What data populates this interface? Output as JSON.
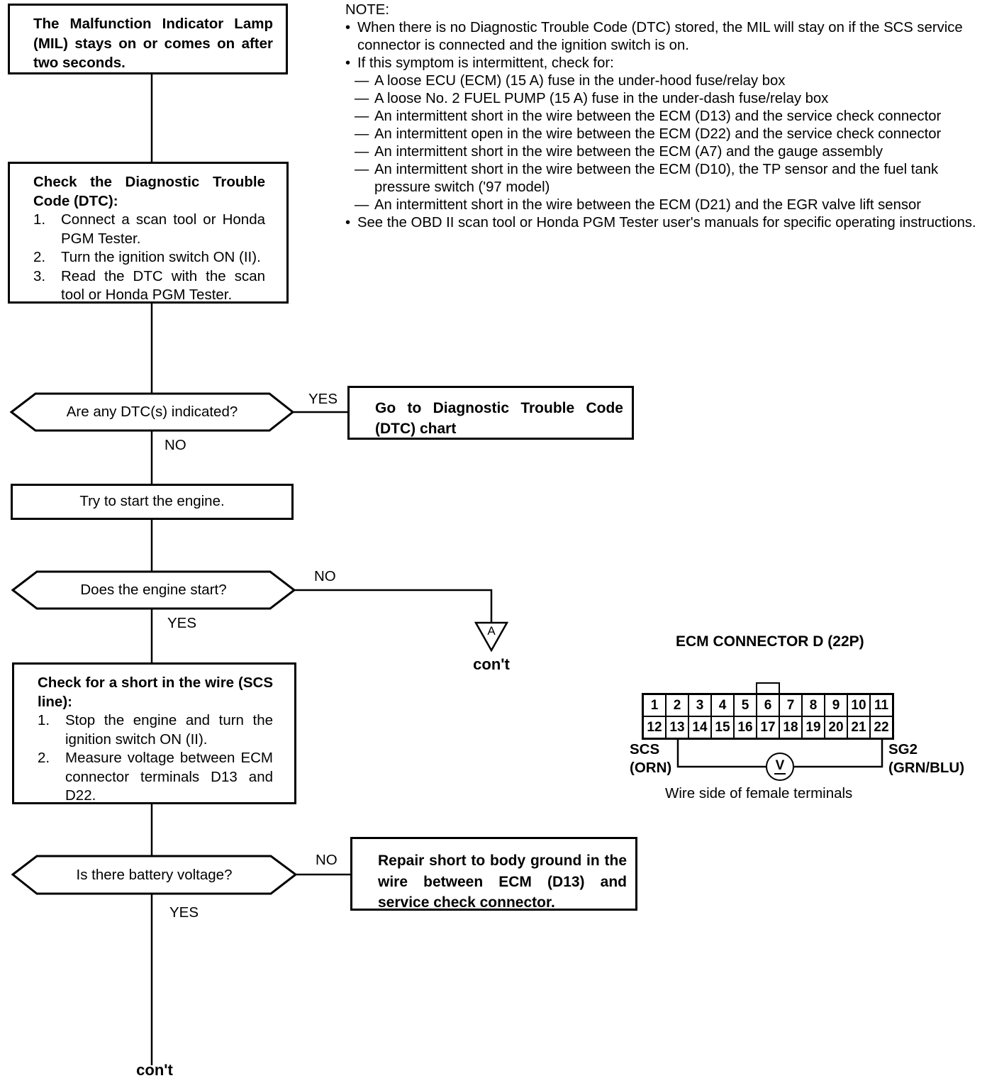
{
  "note": {
    "heading": "NOTE:",
    "items": [
      {
        "marker": "•",
        "text": "When there is no Diagnostic Trouble Code (DTC) stored, the MIL will stay on if the SCS service connector is connected and the ignition switch is on."
      },
      {
        "marker": "•",
        "text": "If this symptom is intermittent, check for:"
      },
      {
        "marker": "—",
        "text": "A loose ECU (ECM) (15 A) fuse in the under-hood fuse/relay box"
      },
      {
        "marker": "—",
        "text": "A loose No. 2 FUEL PUMP (15 A) fuse in the under-dash fuse/relay box"
      },
      {
        "marker": "—",
        "text": "An intermittent short in the wire between the ECM (D13) and the service check connector"
      },
      {
        "marker": "—",
        "text": "An intermittent open in the wire between the ECM (D22) and the service check connector"
      },
      {
        "marker": "—",
        "text": "An intermittent short in the wire between the ECM (A7) and the gauge assembly"
      },
      {
        "marker": "—",
        "text": "An intermittent short in the wire between the ECM (D10), the TP sensor and the fuel tank pressure switch ('97 model)"
      },
      {
        "marker": "—",
        "text": "An intermittent short in the wire between the ECM (D21) and the EGR valve lift sensor"
      },
      {
        "marker": "•",
        "text": "See the OBD II scan tool or Honda PGM Tester user's manuals for specific operating instructions."
      }
    ]
  },
  "flow": {
    "start": "The Malfunction Indicator Lamp (MIL) stays on or comes on after two seconds.",
    "check_dtc": {
      "title": "Check the Diagnostic Trouble Code (DTC):",
      "steps": [
        {
          "num": "1.",
          "text": "Connect a scan tool or Honda PGM Tester."
        },
        {
          "num": "2.",
          "text": "Turn the ignition switch ON (II)."
        },
        {
          "num": "3.",
          "text": "Read the DTC with the scan tool or Honda PGM Tester."
        }
      ]
    },
    "q_dtc": {
      "question": "Are any DTC(s) indicated?",
      "yes": "YES",
      "no": "NO"
    },
    "goto_dtc": "Go to Diagnostic Trouble Code (DTC) chart",
    "try_start": "Try to start the engine.",
    "q_start": {
      "question": "Does the engine start?",
      "yes": "YES",
      "no": "NO"
    },
    "cont_a": {
      "letter": "A",
      "label": "con't"
    },
    "check_short": {
      "title": "Check for a short in the wire (SCS line):",
      "steps": [
        {
          "num": "1.",
          "text": "Stop the engine and turn the ignition switch ON (II)."
        },
        {
          "num": "2.",
          "text": "Measure voltage between ECM connector terminals D13 and D22."
        }
      ]
    },
    "q_battery": {
      "question": "Is there battery voltage?",
      "yes": "YES",
      "no": "NO"
    },
    "repair": "Repair short to body ground in the wire between ECM (D13) and service check connector.",
    "cont_bottom": "con't"
  },
  "connector": {
    "title": "ECM CONNECTOR D (22P)",
    "pins_top": [
      "1",
      "2",
      "3",
      "4",
      "5",
      "6",
      "7",
      "8",
      "9",
      "10",
      "11"
    ],
    "pins_bottom": [
      "12",
      "13",
      "14",
      "15",
      "16",
      "17",
      "18",
      "19",
      "20",
      "21",
      "22"
    ],
    "scs_label": "SCS",
    "scs_wire": "(ORN)",
    "sg2_label": "SG2",
    "sg2_wire": "(GRN/BLU)",
    "meter_symbol": "V",
    "caption": "Wire side of female terminals"
  },
  "colors": {
    "ink": "#000000",
    "paper": "#ffffff"
  }
}
